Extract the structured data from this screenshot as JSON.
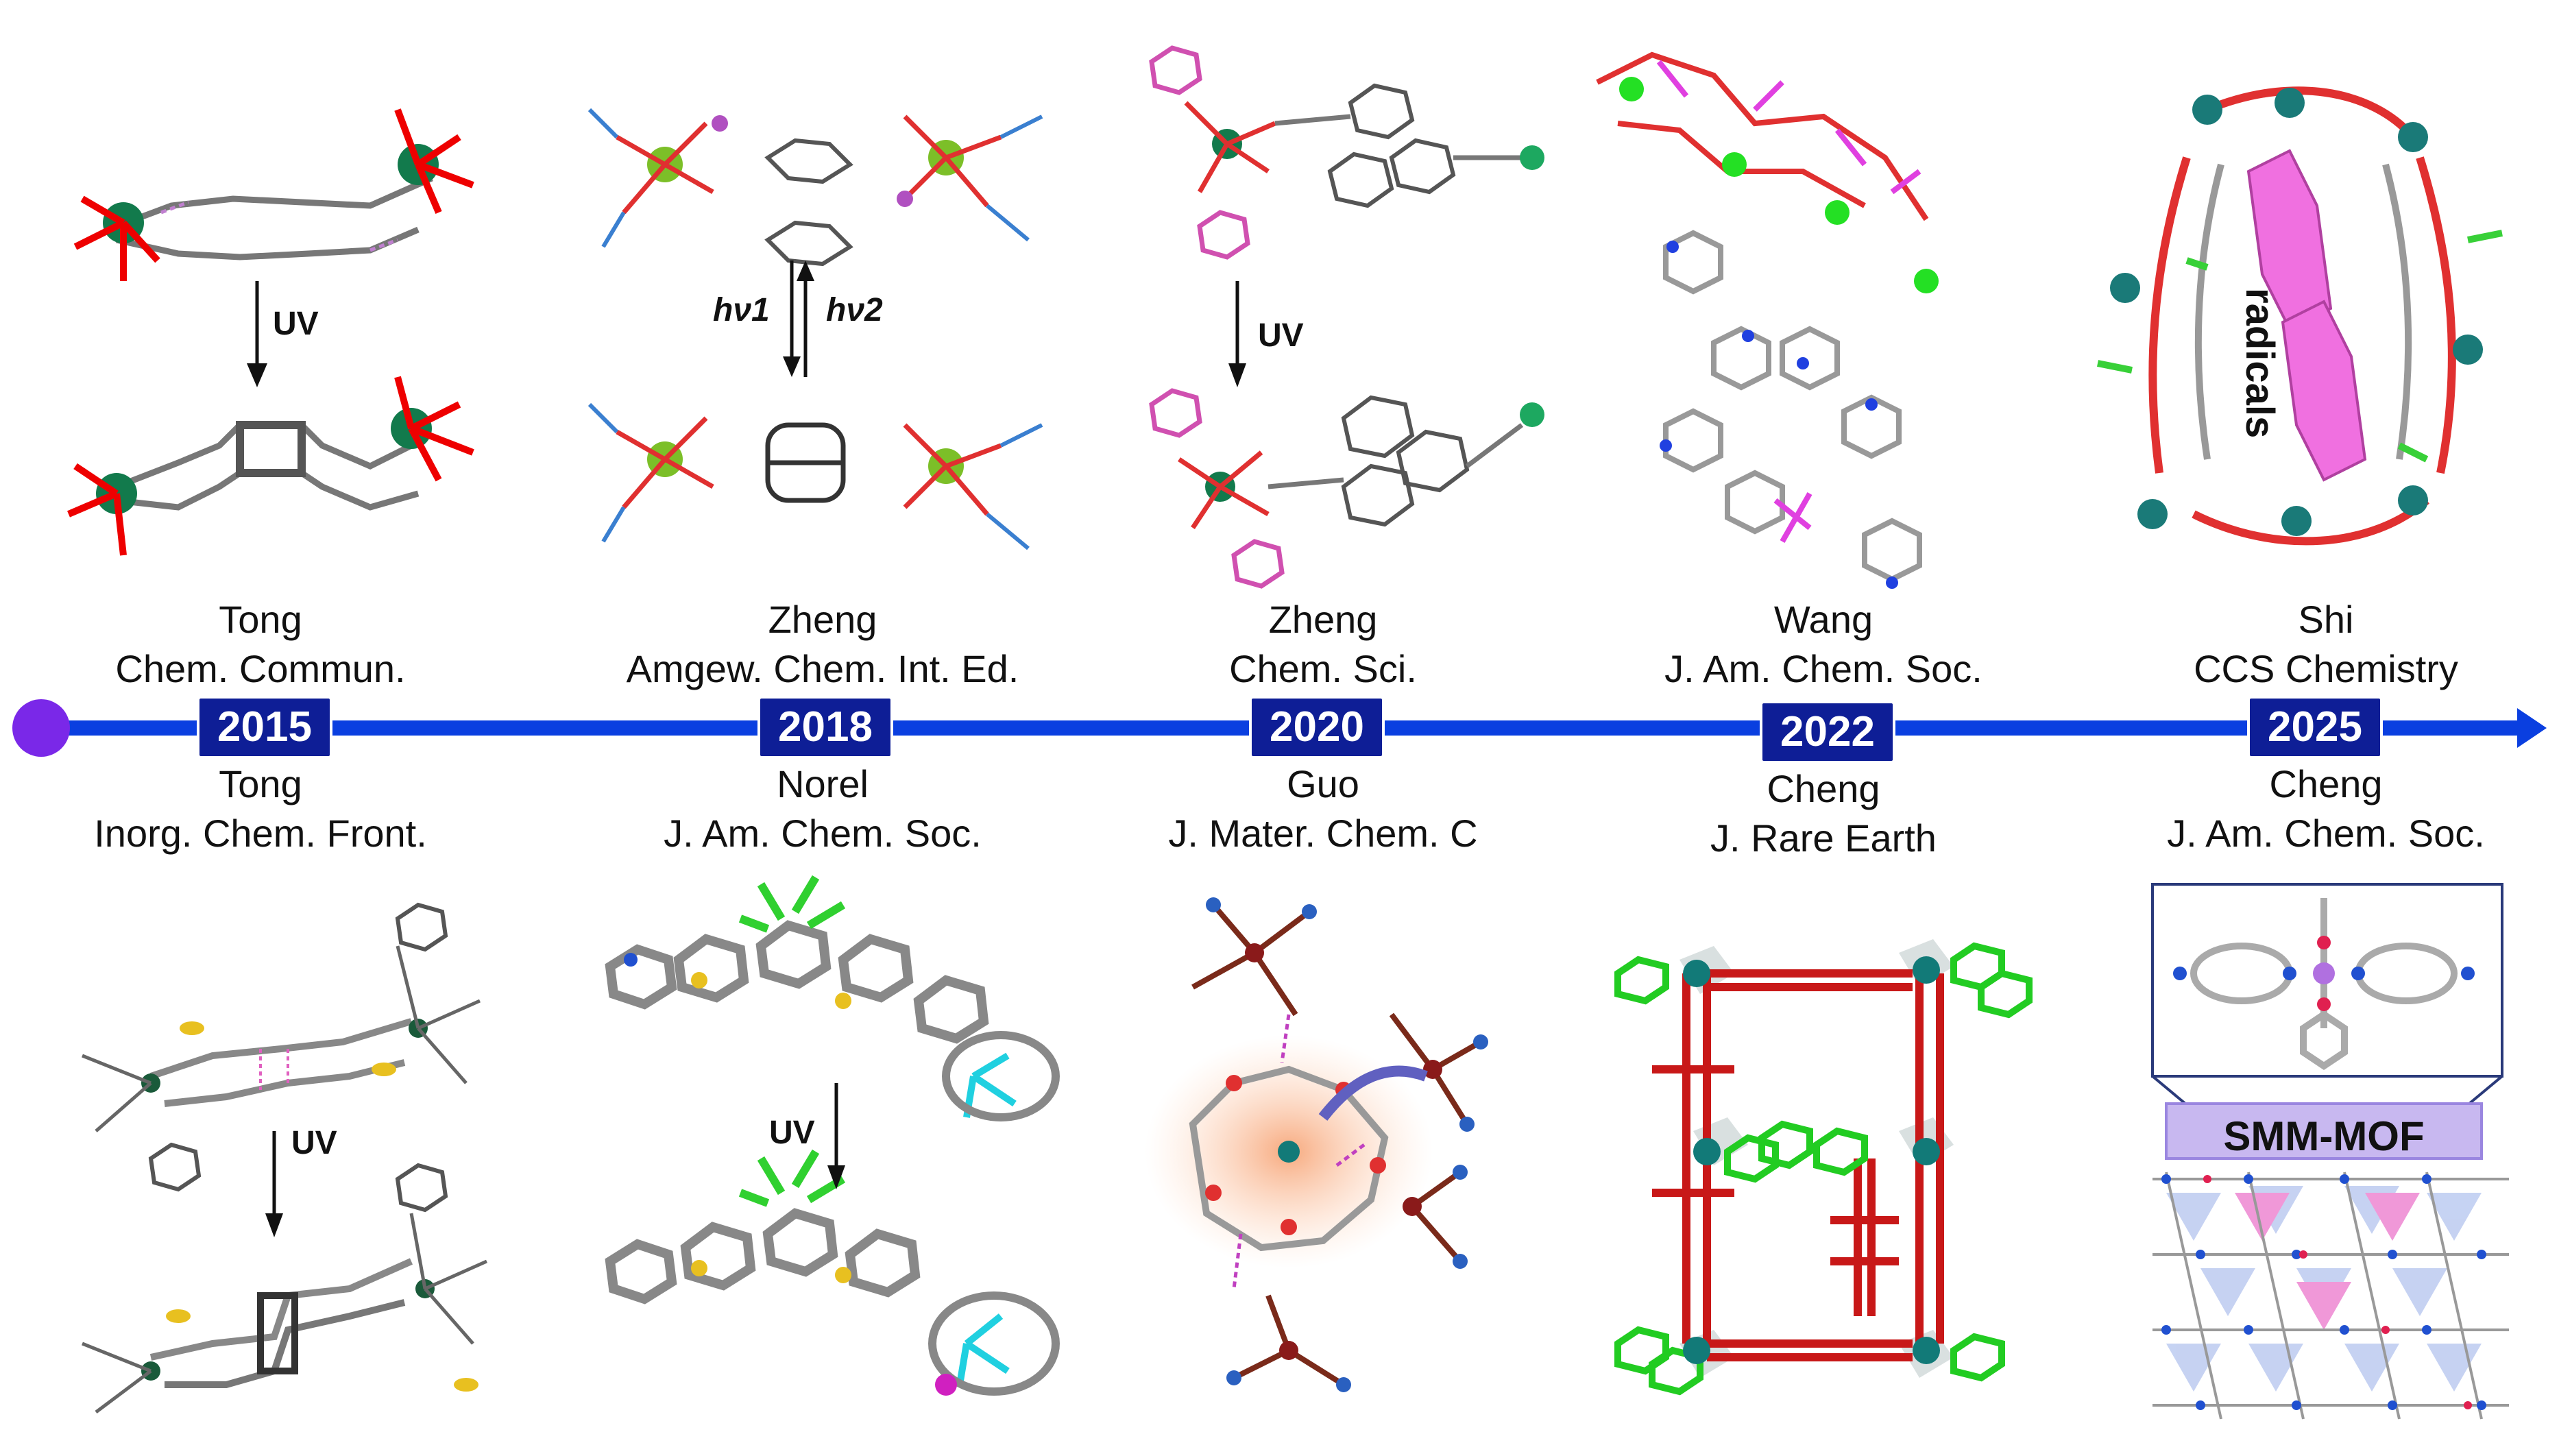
{
  "colors": {
    "timeline": "#0a3fe0",
    "start_dot": "#7a28e8",
    "badge": "#0e1e96",
    "badge_text": "#ffffff"
  },
  "timeline": {
    "top": [
      {
        "author": "Tong",
        "journal": "Chem. Commun."
      },
      {
        "author": "Zheng",
        "journal": "Amgew. Chem. Int. Ed."
      },
      {
        "author": "Zheng",
        "journal": "Chem. Sci."
      },
      {
        "author": "Wang",
        "journal": "J. Am. Chem. Soc."
      },
      {
        "author": "Shi",
        "journal": "CCS Chemistry"
      }
    ],
    "years": [
      "2015",
      "2018",
      "2020",
      "2022",
      "2025"
    ],
    "bottom": [
      {
        "author": "Tong",
        "journal": "Inorg. Chem. Front."
      },
      {
        "author": "Norel",
        "journal": "J. Am. Chem. Soc."
      },
      {
        "author": "Guo",
        "journal": "J. Mater. Chem. C"
      },
      {
        "author": "Cheng",
        "journal": "J. Rare Earth"
      },
      {
        "author": "Cheng",
        "journal": "J. Am. Chem. Soc."
      }
    ]
  },
  "labels": {
    "uv": "UV",
    "hv1": "hν1",
    "hv2": "hν2",
    "radicals": "radicals",
    "smm_mof": "SMM-MOF"
  },
  "icons": [
    "molecular-structure-icon",
    "uv-arrow-icon",
    "timeline-arrow-icon"
  ]
}
